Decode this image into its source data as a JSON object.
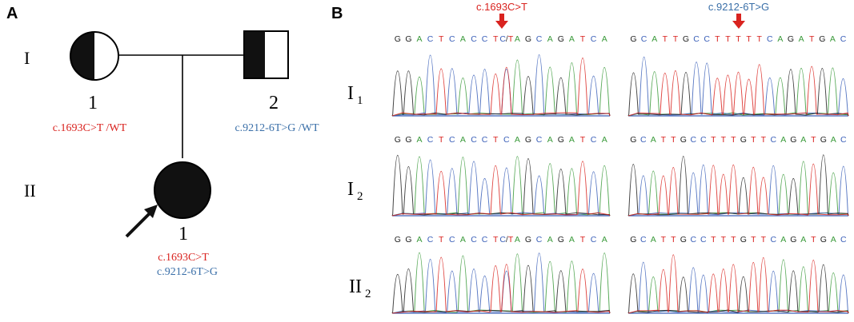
{
  "panels": {
    "a": "A",
    "b": "B"
  },
  "pedigree": {
    "generations": [
      "I",
      "II"
    ],
    "individuals": [
      {
        "id": "I-1",
        "number": "1",
        "genotypes": [
          "c.1693C>T /WT"
        ],
        "genotype_colors": [
          "#d9231f"
        ]
      },
      {
        "id": "I-2",
        "number": "2",
        "genotypes": [
          "c.9212-6T>G /WT"
        ],
        "genotype_colors": [
          "#3a6fa8"
        ]
      },
      {
        "id": "II-1",
        "number": "1",
        "genotypes": [
          "c.1693C>T",
          "c.9212-6T>G"
        ],
        "genotype_colors": [
          "#d9231f",
          "#3a6fa8"
        ]
      }
    ]
  },
  "sequencing": {
    "mutations": [
      {
        "label": "c.1693C>T",
        "color": "#d9231f"
      },
      {
        "label": "c.9212-6T>G",
        "color": "#3a6fa8"
      }
    ],
    "rows": [
      {
        "label": "I",
        "sub": "1"
      },
      {
        "label": "I",
        "sub": "2"
      },
      {
        "label": "II",
        "sub": "2"
      }
    ],
    "sequences": [
      [
        "GGACTCACCTC/TAGCAGATCA",
        "GCATTGCCTTTTTCAGATGAC"
      ],
      [
        "GGACTCACCTCAGCAGATCA",
        "GCATTGCCTTTGTTCAGATGAC"
      ],
      [
        "GGACTCACCTC/TAGCAGATCA",
        "GCATTGCCTTTGTTCAGATGAC"
      ]
    ]
  },
  "colors": {
    "A": "#3a9a3a",
    "C": "#3a5fb8",
    "G": "#222222",
    "T": "#d9231f"
  }
}
